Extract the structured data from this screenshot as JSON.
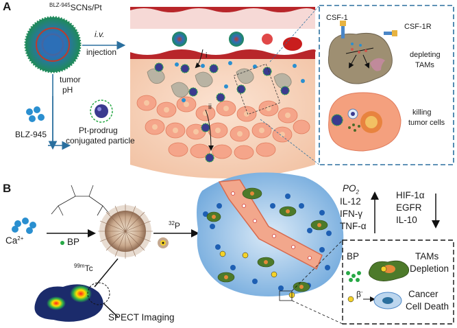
{
  "panelA": {
    "letter": "A",
    "top_label_sup": "BLZ-945",
    "top_label": "SCNs/Pt",
    "iv_label": "i.v.",
    "injection_label": "injection",
    "tumor_label": "tumor",
    "ph_label": "pH",
    "blz_label": "BLZ-945",
    "pt_label_1": "Pt-prodrug",
    "pt_label_2": "conjugated particle",
    "path_i": "i",
    "path_ii": "ii",
    "csf1_label": "CSF-1",
    "csf1r_label": "CSF-1R",
    "depleting_1": "depleting",
    "depleting_2": "TAMs",
    "killing_1": "killing",
    "killing_2": "tumor cells"
  },
  "panelB": {
    "letter": "B",
    "ca_label": "Ca",
    "ca_sup": "2+",
    "bp_label": "BP",
    "p32_sup": "32",
    "p32_label": "P",
    "tc_sup": "99m",
    "tc_label": "Tc",
    "spect_label": "SPECT Imaging",
    "po2_label": "PO",
    "po2_sub": "2",
    "il12_label": "IL-12",
    "ifn_label": "IFN-γ",
    "tnf_label": "TNF-α",
    "hif_label": "HIF-1α",
    "egfr_label": "EGFR",
    "il10_label": "IL-10",
    "box_bp_label": "BP",
    "tams_label": "TAMs",
    "depletion_label": "Depletion",
    "beta_label": "β",
    "beta_sup": "-",
    "cancer_label": "Cancer",
    "celldeath_label": "Cell Death"
  },
  "colors": {
    "dashed_box": "#2a6f9e",
    "arrow": "#111111",
    "tissue": "#f3c6a8",
    "vessel": "#c9302c",
    "blue_tissue": "#6fa8dc"
  }
}
